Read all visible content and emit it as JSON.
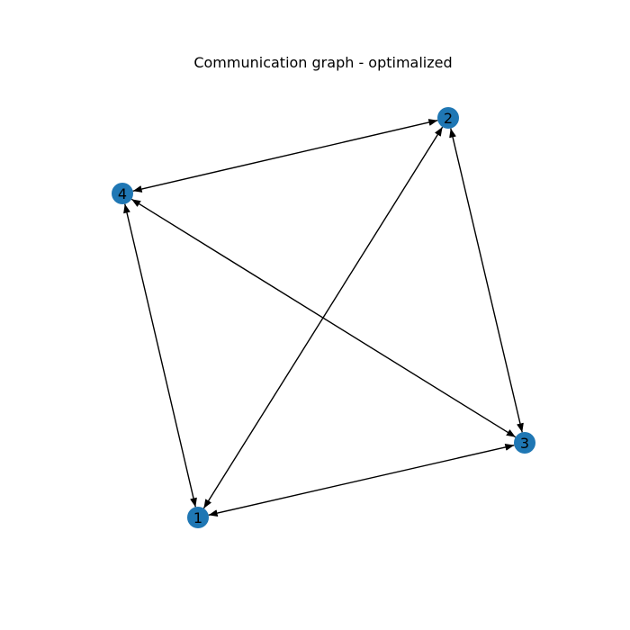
{
  "title": "Communication graph - optimalized",
  "graph": {
    "directed": true,
    "bidirectional_edges": true,
    "node_color": "#1f77b4",
    "edge_color": "#000000",
    "nodes": [
      {
        "id": "1",
        "label": "1"
      },
      {
        "id": "2",
        "label": "2"
      },
      {
        "id": "3",
        "label": "3"
      },
      {
        "id": "4",
        "label": "4"
      }
    ],
    "edges": [
      {
        "source": "1",
        "target": "2"
      },
      {
        "source": "1",
        "target": "3"
      },
      {
        "source": "1",
        "target": "4"
      },
      {
        "source": "2",
        "target": "3"
      },
      {
        "source": "2",
        "target": "4"
      },
      {
        "source": "3",
        "target": "4"
      }
    ]
  }
}
